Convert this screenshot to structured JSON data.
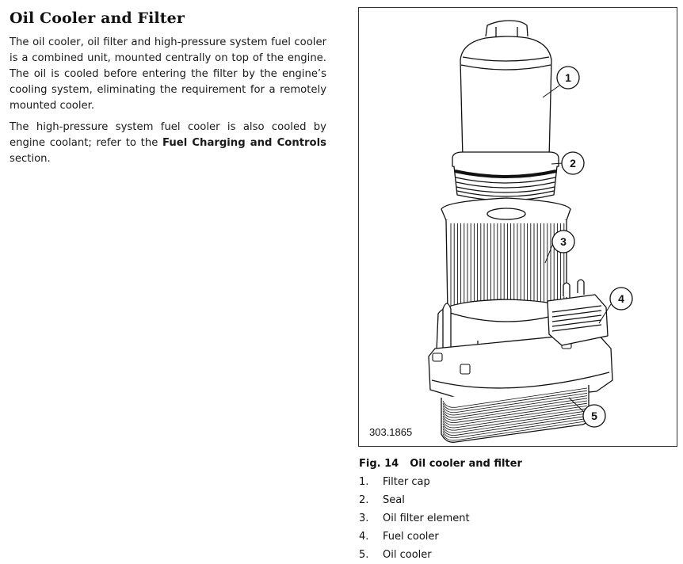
{
  "section": {
    "title": "Oil Cooler and Filter",
    "paragraphs": [
      {
        "text": "The oil cooler, oil filter and high-pressure system fuel cooler is a combined unit, mounted centrally on top of the engine. The oil is cooled before entering the filter by the engine’s cooling system, eliminating the requirement for a remotely mounted cooler."
      },
      {
        "before": "The high-pressure system fuel cooler is also cooled by engine coolant; refer to the ",
        "bold": "Fuel Charging and Controls",
        "after": " section."
      }
    ]
  },
  "figure": {
    "illustration_id": "303.1865",
    "number_label": "Fig. 14",
    "caption": "Oil cooler and filter",
    "callouts": [
      "1",
      "2",
      "3",
      "4",
      "5"
    ],
    "legend": [
      {
        "num": "1.",
        "label": "Filter cap"
      },
      {
        "num": "2.",
        "label": "Seal"
      },
      {
        "num": "3.",
        "label": "Oil filter element"
      },
      {
        "num": "4.",
        "label": "Fuel cooler"
      },
      {
        "num": "5.",
        "label": "Oil cooler"
      }
    ]
  }
}
